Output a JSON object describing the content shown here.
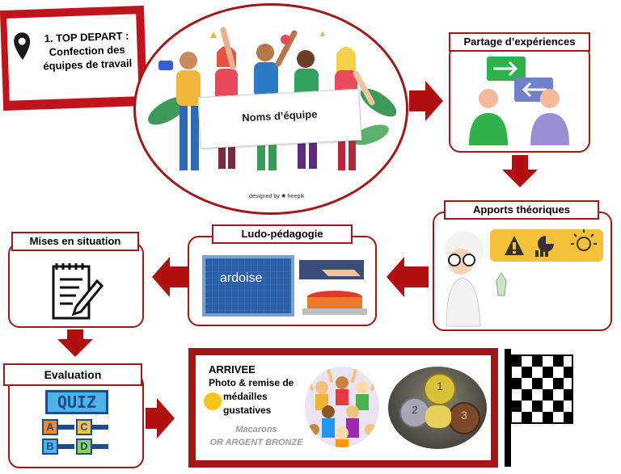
{
  "start": {
    "line1": "1. TOP DEPART :",
    "line2": "Confection des",
    "line3": "équipes de travail"
  },
  "team_banner": {
    "label": "Noms d’équipe",
    "credit": "designed by ✺ freepik"
  },
  "steps": {
    "partage": "Partage d’expériences",
    "apports": "Apports théoriques",
    "ludo": "Ludo-pédagogie",
    "mises": "Mises en situation",
    "evaluation": "Evaluation"
  },
  "ardoise": {
    "label": "ardoise"
  },
  "quiz": {
    "title": "QUIZ",
    "options": [
      "A",
      "B",
      "C",
      "D"
    ]
  },
  "arrivee": {
    "title": "ARRIVEE",
    "line1": "Photo & remise de",
    "line2": "médailles",
    "line3": "gustatives",
    "sub1": "Macarons",
    "sub2": "OR ARGENT BRONZE",
    "medals": [
      "1",
      "2",
      "3"
    ]
  },
  "colors": {
    "accent": "#a01818",
    "arrow": "#b01010"
  }
}
